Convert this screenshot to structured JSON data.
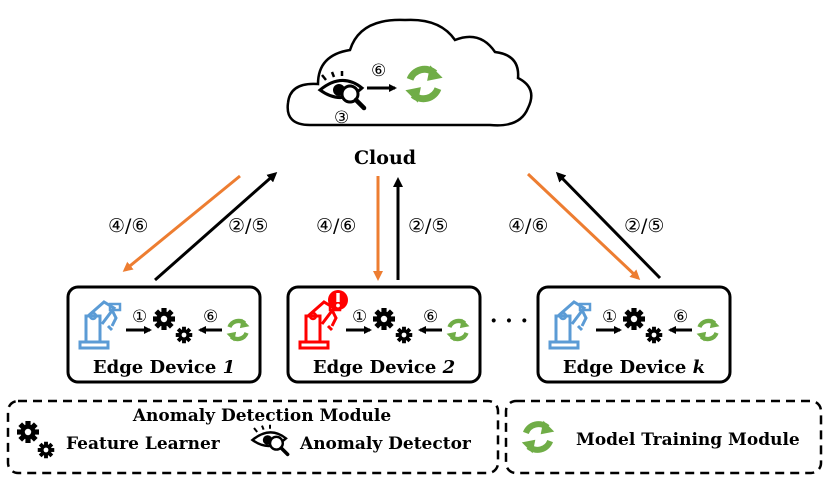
{
  "cloud": {
    "label": "Cloud",
    "step_top": "⑥",
    "step_bottom": "③"
  },
  "links": {
    "down_label": "④/⑥",
    "up_label": "②/⑤"
  },
  "edge_devices": [
    {
      "label_prefix": "Edge Device ",
      "label_index": "1",
      "step_left": "①",
      "step_right": "⑥",
      "status": "normal",
      "robot_color": "#5b9bd5"
    },
    {
      "label_prefix": "Edge Device ",
      "label_index": "2",
      "step_left": "①",
      "step_right": "⑥",
      "status": "anomaly",
      "robot_color": "#ff0000"
    },
    {
      "label_prefix": "Edge Device ",
      "label_index": "k",
      "step_left": "①",
      "step_right": "⑥",
      "status": "normal",
      "robot_color": "#5b9bd5"
    }
  ],
  "ellipsis": "· · ·",
  "legend": {
    "module_title": "Anomaly Detection Module",
    "feature_learner": "Feature Learner",
    "anomaly_detector": "Anomaly Detector",
    "model_training": "Model Training Module"
  },
  "colors": {
    "orange_arrow": "#ed7d31",
    "black_arrow": "#000000",
    "training_green": "#70ad47",
    "alert_red": "#ff0000"
  },
  "icons": {
    "gear": "gear-icon",
    "eye_magnifier": "eye-magnifier-icon",
    "recycle": "recycle-icon",
    "robot_arm": "robot-arm-icon",
    "alert": "alert-icon"
  }
}
